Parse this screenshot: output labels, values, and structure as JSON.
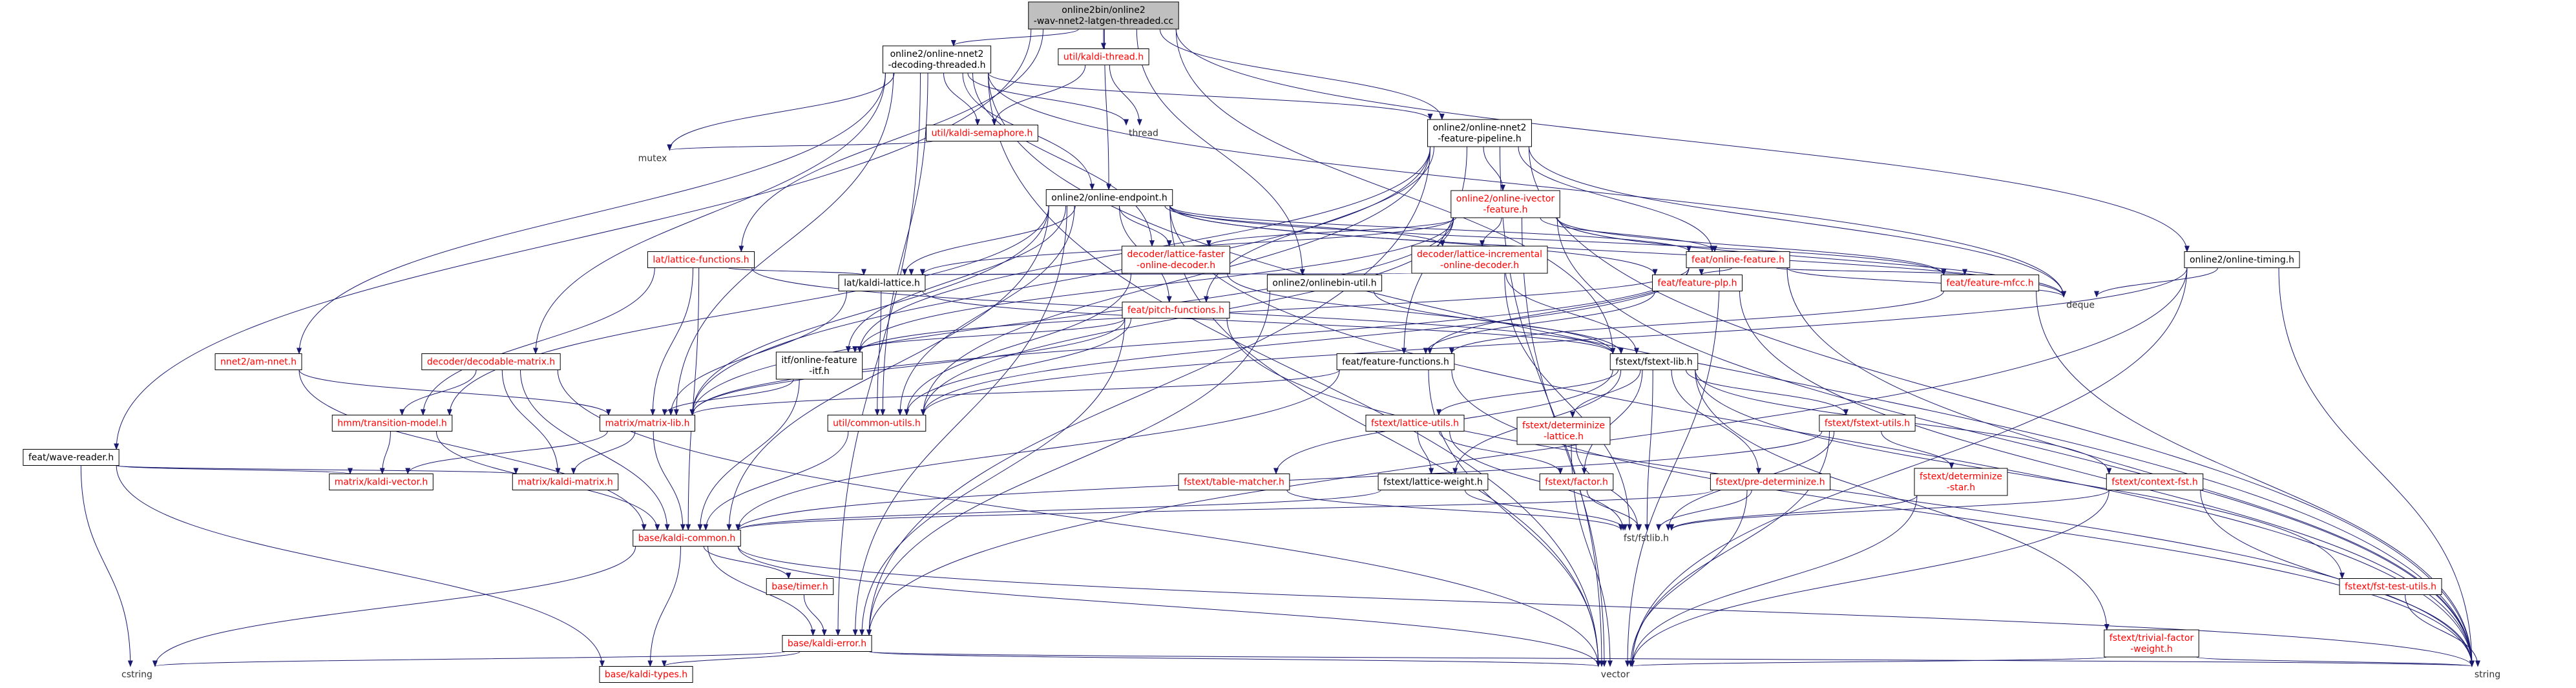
{
  "colors": {
    "edge": "#191970",
    "root_fill": "#bfbfbf",
    "node_fill": "#ffffff",
    "node_border": "#000000",
    "black_text": "#000000",
    "red_text": "#ff0000",
    "leaf_text": "#333333"
  },
  "nodes": [
    {
      "id": "root",
      "lines": [
        "online2bin/online2",
        "-wav-nnet2-latgen-threaded.cc"
      ],
      "color": "black",
      "kind": "root"
    },
    {
      "id": "dec_threaded",
      "lines": [
        "online2/online-nnet2",
        "-decoding-threaded.h"
      ],
      "color": "black",
      "kind": "box"
    },
    {
      "id": "kaldi_thread",
      "lines": [
        "util/kaldi-thread.h"
      ],
      "color": "red",
      "kind": "box"
    },
    {
      "id": "wave_reader",
      "lines": [
        "feat/wave-reader.h"
      ],
      "color": "black",
      "kind": "box"
    },
    {
      "id": "thread",
      "lines": [
        "thread"
      ],
      "color": "grey",
      "kind": "leaf"
    },
    {
      "id": "kaldi_semaphore",
      "lines": [
        "util/kaldi-semaphore.h"
      ],
      "color": "red",
      "kind": "box"
    },
    {
      "id": "feat_pipeline",
      "lines": [
        "online2/online-nnet2",
        "-feature-pipeline.h"
      ],
      "color": "black",
      "kind": "box"
    },
    {
      "id": "mutex",
      "lines": [
        "mutex"
      ],
      "color": "grey",
      "kind": "leaf"
    },
    {
      "id": "online_endpoint",
      "lines": [
        "online2/online-endpoint.h"
      ],
      "color": "black",
      "kind": "box"
    },
    {
      "id": "ivector_feature",
      "lines": [
        "online2/online-ivector",
        "-feature.h"
      ],
      "color": "red",
      "kind": "box"
    },
    {
      "id": "online_timing",
      "lines": [
        "online2/online-timing.h"
      ],
      "color": "black",
      "kind": "box"
    },
    {
      "id": "lattice_functions",
      "lines": [
        "lat/lattice-functions.h"
      ],
      "color": "red",
      "kind": "box"
    },
    {
      "id": "lattice_faster",
      "lines": [
        "decoder/lattice-faster",
        "-online-decoder.h"
      ],
      "color": "red",
      "kind": "box"
    },
    {
      "id": "lattice_incremental",
      "lines": [
        "decoder/lattice-incremental",
        "-online-decoder.h"
      ],
      "color": "red",
      "kind": "box"
    },
    {
      "id": "online_feature",
      "lines": [
        "feat/online-feature.h"
      ],
      "color": "red",
      "kind": "box"
    },
    {
      "id": "kaldi_lattice",
      "lines": [
        "lat/kaldi-lattice.h"
      ],
      "color": "black",
      "kind": "box"
    },
    {
      "id": "onlinebin_util",
      "lines": [
        "online2/onlinebin-util.h"
      ],
      "color": "black",
      "kind": "box"
    },
    {
      "id": "feature_plp",
      "lines": [
        "feat/feature-plp.h"
      ],
      "color": "red",
      "kind": "box"
    },
    {
      "id": "feature_mfcc",
      "lines": [
        "feat/feature-mfcc.h"
      ],
      "color": "red",
      "kind": "box"
    },
    {
      "id": "deque",
      "lines": [
        "deque"
      ],
      "color": "grey",
      "kind": "leaf"
    },
    {
      "id": "nnet2_am",
      "lines": [
        "nnet2/am-nnet.h"
      ],
      "color": "red",
      "kind": "box"
    },
    {
      "id": "decodable_matrix",
      "lines": [
        "decoder/decodable-matrix.h"
      ],
      "color": "red",
      "kind": "box"
    },
    {
      "id": "pitch_functions",
      "lines": [
        "feat/pitch-functions.h"
      ],
      "color": "red",
      "kind": "box"
    },
    {
      "id": "online_feature_itf",
      "lines": [
        "itf/online-feature",
        "-itf.h"
      ],
      "color": "black",
      "kind": "box"
    },
    {
      "id": "feature_functions",
      "lines": [
        "feat/feature-functions.h"
      ],
      "color": "black",
      "kind": "box"
    },
    {
      "id": "fstext_lib",
      "lines": [
        "fstext/fstext-lib.h"
      ],
      "color": "black",
      "kind": "box"
    },
    {
      "id": "transition_model",
      "lines": [
        "hmm/transition-model.h"
      ],
      "color": "red",
      "kind": "box"
    },
    {
      "id": "matrix_lib",
      "lines": [
        "matrix/matrix-lib.h"
      ],
      "color": "red",
      "kind": "box"
    },
    {
      "id": "common_utils",
      "lines": [
        "util/common-utils.h"
      ],
      "color": "red",
      "kind": "box"
    },
    {
      "id": "lattice_utils",
      "lines": [
        "fstext/lattice-utils.h"
      ],
      "color": "red",
      "kind": "box"
    },
    {
      "id": "determinize_lattice",
      "lines": [
        "fstext/determinize",
        "-lattice.h"
      ],
      "color": "red",
      "kind": "box"
    },
    {
      "id": "fstext_utils",
      "lines": [
        "fstext/fstext-utils.h"
      ],
      "color": "red",
      "kind": "box"
    },
    {
      "id": "kaldi_vector",
      "lines": [
        "matrix/kaldi-vector.h"
      ],
      "color": "red",
      "kind": "box"
    },
    {
      "id": "kaldi_matrix",
      "lines": [
        "matrix/kaldi-matrix.h"
      ],
      "color": "red",
      "kind": "box"
    },
    {
      "id": "table_matcher",
      "lines": [
        "fstext/table-matcher.h"
      ],
      "color": "red",
      "kind": "box"
    },
    {
      "id": "lattice_weight",
      "lines": [
        "fstext/lattice-weight.h"
      ],
      "color": "black",
      "kind": "box"
    },
    {
      "id": "factor",
      "lines": [
        "fstext/factor.h"
      ],
      "color": "red",
      "kind": "box"
    },
    {
      "id": "pre_determinize",
      "lines": [
        "fstext/pre-determinize.h"
      ],
      "color": "red",
      "kind": "box"
    },
    {
      "id": "determinize_star",
      "lines": [
        "fstext/determinize",
        "-star.h"
      ],
      "color": "red",
      "kind": "box"
    },
    {
      "id": "context_fst",
      "lines": [
        "fstext/context-fst.h"
      ],
      "color": "red",
      "kind": "box"
    },
    {
      "id": "fst_fstlib",
      "lines": [
        "fst/fstlib.h"
      ],
      "color": "grey",
      "kind": "leaf"
    },
    {
      "id": "kaldi_common",
      "lines": [
        "base/kaldi-common.h"
      ],
      "color": "red",
      "kind": "box"
    },
    {
      "id": "timer",
      "lines": [
        "base/timer.h"
      ],
      "color": "red",
      "kind": "box"
    },
    {
      "id": "fst_test_utils",
      "lines": [
        "fstext/fst-test-utils.h"
      ],
      "color": "red",
      "kind": "box"
    },
    {
      "id": "trivial_factor",
      "lines": [
        "fstext/trivial-factor",
        "-weight.h"
      ],
      "color": "red",
      "kind": "box"
    },
    {
      "id": "kaldi_error",
      "lines": [
        "base/kaldi-error.h"
      ],
      "color": "red",
      "kind": "box"
    },
    {
      "id": "cstring",
      "lines": [
        "cstring"
      ],
      "color": "grey",
      "kind": "leaf"
    },
    {
      "id": "kaldi_types",
      "lines": [
        "base/kaldi-types.h"
      ],
      "color": "red",
      "kind": "box"
    },
    {
      "id": "vector",
      "lines": [
        "vector"
      ],
      "color": "grey",
      "kind": "leaf"
    },
    {
      "id": "string",
      "lines": [
        "string"
      ],
      "color": "grey",
      "kind": "leaf"
    }
  ],
  "edges": [
    [
      "root",
      "dec_threaded"
    ],
    [
      "root",
      "kaldi_thread"
    ],
    [
      "root",
      "wave_reader"
    ],
    [
      "root",
      "feat_pipeline"
    ],
    [
      "root",
      "online_endpoint"
    ],
    [
      "root",
      "online_timing"
    ],
    [
      "root",
      "lattice_functions"
    ],
    [
      "root",
      "onlinebin_util"
    ],
    [
      "root",
      "fstext_lib"
    ],
    [
      "kaldi_thread",
      "thread"
    ],
    [
      "kaldi_thread",
      "kaldi_semaphore"
    ],
    [
      "dec_threaded",
      "thread"
    ],
    [
      "dec_threaded",
      "kaldi_semaphore"
    ],
    [
      "dec_threaded",
      "feat_pipeline"
    ],
    [
      "dec_threaded",
      "mutex"
    ],
    [
      "dec_threaded",
      "online_endpoint"
    ],
    [
      "dec_threaded",
      "lattice_faster"
    ],
    [
      "dec_threaded",
      "nnet2_am"
    ],
    [
      "dec_threaded",
      "decodable_matrix"
    ],
    [
      "dec_threaded",
      "matrix_lib"
    ],
    [
      "dec_threaded",
      "common_utils"
    ],
    [
      "dec_threaded",
      "kaldi_error"
    ],
    [
      "dec_threaded",
      "vector"
    ],
    [
      "dec_threaded",
      "string"
    ],
    [
      "dec_threaded",
      "deque"
    ],
    [
      "kaldi_semaphore",
      "mutex"
    ],
    [
      "feat_pipeline",
      "ivector_feature"
    ],
    [
      "feat_pipeline",
      "online_feature"
    ],
    [
      "feat_pipeline",
      "pitch_functions"
    ],
    [
      "feat_pipeline",
      "deque"
    ],
    [
      "feat_pipeline",
      "string"
    ],
    [
      "feat_pipeline",
      "vector"
    ],
    [
      "feat_pipeline",
      "matrix_lib"
    ],
    [
      "feat_pipeline",
      "common_utils"
    ],
    [
      "feat_pipeline",
      "kaldi_error"
    ],
    [
      "feat_pipeline",
      "online_feature_itf"
    ],
    [
      "feat_pipeline",
      "feature_functions"
    ],
    [
      "online_endpoint",
      "lattice_faster"
    ],
    [
      "online_endpoint",
      "lattice_incremental"
    ],
    [
      "online_endpoint",
      "kaldi_lattice"
    ],
    [
      "online_endpoint",
      "transition_model"
    ],
    [
      "online_endpoint",
      "matrix_lib"
    ],
    [
      "online_endpoint",
      "common_utils"
    ],
    [
      "online_endpoint",
      "kaldi_common"
    ],
    [
      "online_endpoint",
      "feature_plp"
    ],
    [
      "online_endpoint",
      "feature_mfcc"
    ],
    [
      "online_endpoint",
      "online_feature"
    ],
    [
      "online_endpoint",
      "deque"
    ],
    [
      "online_endpoint",
      "string"
    ],
    [
      "online_endpoint",
      "vector"
    ],
    [
      "online_endpoint",
      "kaldi_error"
    ],
    [
      "online_endpoint",
      "online_feature_itf"
    ],
    [
      "online_endpoint",
      "pitch_functions"
    ],
    [
      "ivector_feature",
      "lattice_faster"
    ],
    [
      "ivector_feature",
      "lattice_incremental"
    ],
    [
      "ivector_feature",
      "online_feature"
    ],
    [
      "ivector_feature",
      "kaldi_lattice"
    ],
    [
      "ivector_feature",
      "matrix_lib"
    ],
    [
      "ivector_feature",
      "common_utils"
    ],
    [
      "ivector_feature",
      "online_feature_itf"
    ],
    [
      "ivector_feature",
      "feature_mfcc"
    ],
    [
      "ivector_feature",
      "deque"
    ],
    [
      "ivector_feature",
      "string"
    ],
    [
      "ivector_feature",
      "vector"
    ],
    [
      "online_timing",
      "deque"
    ],
    [
      "online_timing",
      "vector"
    ],
    [
      "online_timing",
      "string"
    ],
    [
      "online_timing",
      "common_utils"
    ],
    [
      "online_timing",
      "kaldi_error"
    ],
    [
      "lattice_functions",
      "kaldi_lattice"
    ],
    [
      "lattice_functions",
      "transition_model"
    ],
    [
      "lattice_functions",
      "matrix_lib"
    ],
    [
      "lattice_functions",
      "kaldi_common"
    ],
    [
      "lattice_functions",
      "fstext_lib"
    ],
    [
      "lattice_faster",
      "kaldi_lattice"
    ],
    [
      "lattice_faster",
      "fstext_lib"
    ],
    [
      "lattice_faster",
      "common_utils"
    ],
    [
      "lattice_incremental",
      "kaldi_lattice"
    ],
    [
      "lattice_incremental",
      "fstext_lib"
    ],
    [
      "lattice_incremental",
      "fst_fstlib"
    ],
    [
      "online_feature",
      "feature_plp"
    ],
    [
      "online_feature",
      "feature_mfcc"
    ],
    [
      "online_feature",
      "feature_functions"
    ],
    [
      "online_feature",
      "matrix_lib"
    ],
    [
      "online_feature",
      "common_utils"
    ],
    [
      "online_feature",
      "deque"
    ],
    [
      "online_feature",
      "string"
    ],
    [
      "online_feature",
      "vector"
    ],
    [
      "online_feature",
      "online_feature_itf"
    ],
    [
      "kaldi_lattice",
      "fstext_lib"
    ],
    [
      "kaldi_lattice",
      "common_utils"
    ],
    [
      "kaldi_lattice",
      "matrix_lib"
    ],
    [
      "onlinebin_util",
      "fstext_lib"
    ],
    [
      "onlinebin_util",
      "kaldi_error"
    ],
    [
      "feature_plp",
      "feature_functions"
    ],
    [
      "feature_plp",
      "string"
    ],
    [
      "feature_mfcc",
      "feature_functions"
    ],
    [
      "feature_mfcc",
      "string"
    ],
    [
      "nnet2_am",
      "matrix_lib"
    ],
    [
      "nnet2_am",
      "kaldi_common"
    ],
    [
      "decodable_matrix",
      "transition_model"
    ],
    [
      "decodable_matrix",
      "kaldi_matrix"
    ],
    [
      "decodable_matrix",
      "kaldi_common"
    ],
    [
      "decodable_matrix",
      "vector"
    ],
    [
      "pitch_functions",
      "matrix_lib"
    ],
    [
      "pitch_functions",
      "common_utils"
    ],
    [
      "pitch_functions",
      "kaldi_error"
    ],
    [
      "pitch_functions",
      "online_feature_itf"
    ],
    [
      "pitch_functions",
      "string"
    ],
    [
      "online_feature_itf",
      "matrix_lib"
    ],
    [
      "online_feature_itf",
      "kaldi_common"
    ],
    [
      "feature_functions",
      "matrix_lib"
    ],
    [
      "feature_functions",
      "kaldi_common"
    ],
    [
      "feature_functions",
      "string"
    ],
    [
      "feature_functions",
      "vector"
    ],
    [
      "fstext_lib",
      "lattice_utils"
    ],
    [
      "fstext_lib",
      "determinize_lattice"
    ],
    [
      "fstext_lib",
      "fstext_utils"
    ],
    [
      "fstext_lib",
      "table_matcher"
    ],
    [
      "fstext_lib",
      "lattice_weight"
    ],
    [
      "fstext_lib",
      "factor"
    ],
    [
      "fstext_lib",
      "pre_determinize"
    ],
    [
      "fstext_lib",
      "context_fst"
    ],
    [
      "fstext_lib",
      "fst_test_utils"
    ],
    [
      "fstext_lib",
      "trivial_factor"
    ],
    [
      "fstext_lib",
      "fst_fstlib"
    ],
    [
      "transition_model",
      "kaldi_vector"
    ],
    [
      "transition_model",
      "kaldi_common"
    ],
    [
      "matrix_lib",
      "kaldi_vector"
    ],
    [
      "matrix_lib",
      "kaldi_matrix"
    ],
    [
      "matrix_lib",
      "kaldi_common"
    ],
    [
      "common_utils",
      "kaldi_common"
    ],
    [
      "wave_reader",
      "kaldi_vector"
    ],
    [
      "wave_reader",
      "kaldi_matrix"
    ],
    [
      "wave_reader",
      "cstring"
    ],
    [
      "wave_reader",
      "kaldi_types"
    ],
    [
      "lattice_utils",
      "lattice_weight"
    ],
    [
      "lattice_utils",
      "factor"
    ],
    [
      "lattice_utils",
      "fst_fstlib"
    ],
    [
      "determinize_lattice",
      "fst_fstlib"
    ],
    [
      "determinize_lattice",
      "vector"
    ],
    [
      "fstext_utils",
      "determinize_star"
    ],
    [
      "fstext_utils",
      "fst_fstlib"
    ],
    [
      "fstext_utils",
      "vector"
    ],
    [
      "fstext_utils",
      "kaldi_common"
    ],
    [
      "table_matcher",
      "fst_fstlib"
    ],
    [
      "lattice_weight",
      "fst_fstlib"
    ],
    [
      "lattice_weight",
      "kaldi_common"
    ],
    [
      "factor",
      "fst_fstlib"
    ],
    [
      "pre_determinize",
      "fst_fstlib"
    ],
    [
      "pre_determinize",
      "kaldi_common"
    ],
    [
      "pre_determinize",
      "vector"
    ],
    [
      "determinize_star",
      "fst_fstlib"
    ],
    [
      "determinize_star",
      "vector"
    ],
    [
      "context_fst",
      "fst_fstlib"
    ],
    [
      "context_fst",
      "vector"
    ],
    [
      "context_fst",
      "string"
    ],
    [
      "kaldi_common",
      "timer"
    ],
    [
      "kaldi_common",
      "kaldi_error"
    ],
    [
      "kaldi_common",
      "cstring"
    ],
    [
      "kaldi_common",
      "kaldi_types"
    ],
    [
      "kaldi_common",
      "string"
    ],
    [
      "kaldi_common",
      "vector"
    ],
    [
      "timer",
      "kaldi_error"
    ],
    [
      "fst_test_utils",
      "string"
    ],
    [
      "trivial_factor",
      "string"
    ],
    [
      "trivial_factor",
      "vector"
    ],
    [
      "kaldi_error",
      "cstring"
    ],
    [
      "kaldi_error",
      "kaldi_types"
    ],
    [
      "kaldi_error",
      "string"
    ],
    [
      "kaldi_error",
      "vector"
    ]
  ]
}
